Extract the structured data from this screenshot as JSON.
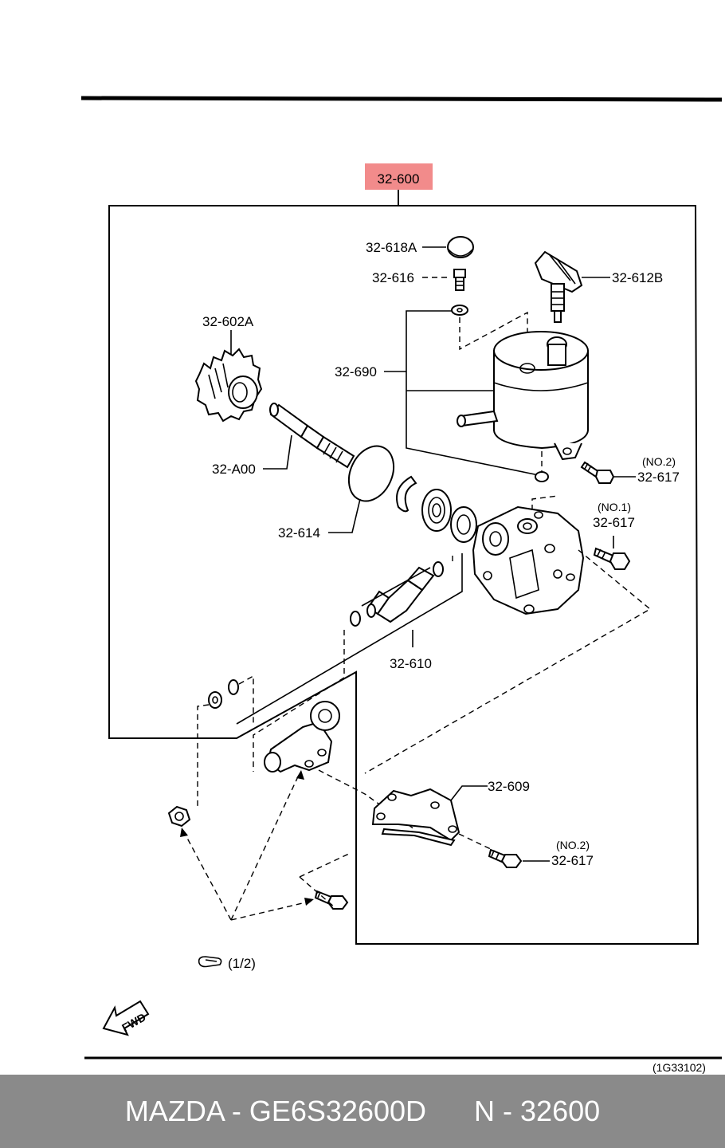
{
  "diagram": {
    "highlight_color": "#f28b8b",
    "labels": {
      "main": "32-600",
      "p618a": "32-618A",
      "p616": "32-616",
      "p612b": "32-612B",
      "p602a": "32-602A",
      "p690": "32-690",
      "pa00": "32-A00",
      "p614": "32-614",
      "p617_top": "32-617",
      "p617_top_note": "(NO.2)",
      "p617_mid": "32-617",
      "p617_mid_note": "(NO.1)",
      "p610": "32-610",
      "p609": "32-609",
      "p617_bot": "32-617",
      "p617_bot_note": "(NO.2)",
      "ref": "(1/2)",
      "fwd": "FWD",
      "code": "(1G33102)"
    }
  },
  "footer": {
    "brand": "MAZDA - GE6S32600D",
    "number": "N - 32600"
  }
}
